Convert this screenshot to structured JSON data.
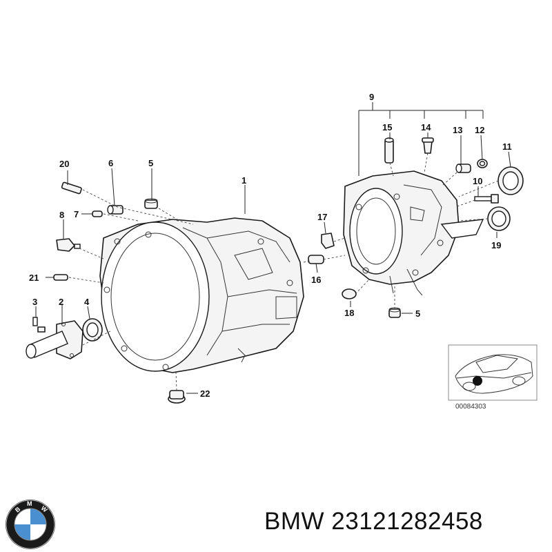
{
  "callouts": [
    {
      "id": "c1",
      "label": "1"
    },
    {
      "id": "c2",
      "label": "2"
    },
    {
      "id": "c3",
      "label": "3"
    },
    {
      "id": "c4",
      "label": "4"
    },
    {
      "id": "c5a",
      "label": "5"
    },
    {
      "id": "c5b",
      "label": "5"
    },
    {
      "id": "c6",
      "label": "6"
    },
    {
      "id": "c7",
      "label": "7"
    },
    {
      "id": "c8",
      "label": "8"
    },
    {
      "id": "c9",
      "label": "9"
    },
    {
      "id": "c10",
      "label": "10"
    },
    {
      "id": "c11",
      "label": "11"
    },
    {
      "id": "c12",
      "label": "12"
    },
    {
      "id": "c13",
      "label": "13"
    },
    {
      "id": "c14",
      "label": "14"
    },
    {
      "id": "c15",
      "label": "15"
    },
    {
      "id": "c16",
      "label": "16"
    },
    {
      "id": "c17",
      "label": "17"
    },
    {
      "id": "c18",
      "label": "18"
    },
    {
      "id": "c19",
      "label": "19"
    },
    {
      "id": "c20",
      "label": "20"
    },
    {
      "id": "c21",
      "label": "21"
    },
    {
      "id": "c22",
      "label": "22"
    }
  ],
  "thumbnail": {
    "reference": "00084303"
  },
  "logo": {
    "letters": [
      "B",
      "M",
      "W"
    ]
  },
  "footer": {
    "text": "BMW 23121282458"
  },
  "colors": {
    "logo_blue": "#4a90d0",
    "logo_ring": "#1a1a1a",
    "ink": "#1a1a1a"
  }
}
